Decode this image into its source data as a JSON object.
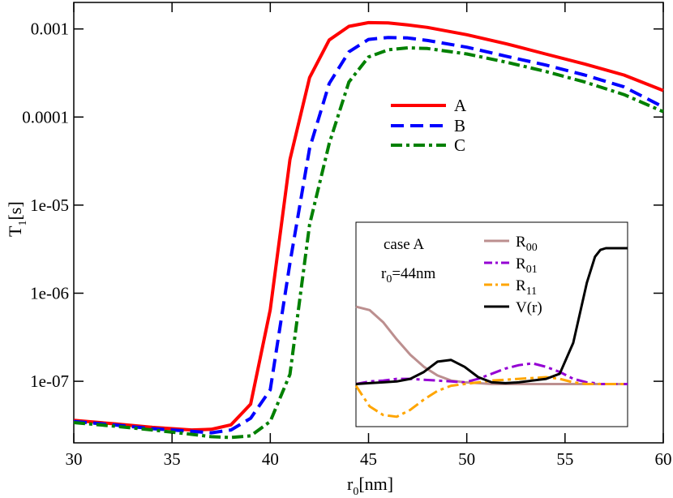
{
  "chart_data": [
    {
      "type": "line",
      "xlabel": {
        "main": "r",
        "sub": "0",
        "rest": "[nm]"
      },
      "ylabel": {
        "main": "T",
        "sub": "1",
        "rest": "[s]"
      },
      "xlim": [
        30,
        60
      ],
      "ylim": [
        2e-08,
        0.002
      ],
      "yscale": "log",
      "xticks": [
        30,
        35,
        40,
        45,
        50,
        55,
        60
      ],
      "xtick_labels": [
        "30",
        "35",
        "40",
        "45",
        "50",
        "55",
        "60"
      ],
      "yticks": [
        1e-07,
        1e-06,
        1e-05,
        0.0001,
        0.001
      ],
      "ytick_labels": [
        "1e-07",
        "1e-06",
        "1e-05",
        "0.0001",
        "0.001"
      ],
      "grid": false,
      "legend_position": "upper-center",
      "series": [
        {
          "name": "A",
          "color": "#ff0000",
          "style": "solid",
          "x": [
            30,
            32,
            34,
            36,
            37,
            38,
            39,
            40,
            41,
            42,
            43,
            44,
            45,
            46,
            47,
            48,
            50,
            52,
            54,
            56,
            58,
            60
          ],
          "y": [
            3.6e-08,
            3.3e-08,
            3e-08,
            2.8e-08,
            2.85e-08,
            3.2e-08,
            5.5e-08,
            6.5e-07,
            3.3e-05,
            0.00028,
            0.00075,
            0.00107,
            0.00118,
            0.00117,
            0.00111,
            0.00104,
            0.00086,
            0.00068,
            0.00052,
            0.0004,
            0.0003,
            0.0002
          ]
        },
        {
          "name": "B",
          "color": "#0000ff",
          "style": "dashed",
          "x": [
            30,
            32,
            34,
            36,
            37,
            38,
            39,
            40,
            41,
            42,
            43,
            44,
            45,
            46,
            47,
            48,
            50,
            52,
            54,
            56,
            58,
            60
          ],
          "y": [
            3.5e-08,
            3.2e-08,
            2.9e-08,
            2.7e-08,
            2.6e-08,
            2.8e-08,
            3.8e-08,
            8e-08,
            2.2e-06,
            4.4e-05,
            0.00024,
            0.00055,
            0.00076,
            0.0008,
            0.00079,
            0.00074,
            0.00062,
            0.00049,
            0.00039,
            0.0003,
            0.00022,
            0.00013
          ]
        },
        {
          "name": "C",
          "color": "#008000",
          "style": "dashdot",
          "x": [
            30,
            32,
            34,
            36,
            37,
            38,
            39,
            40,
            41,
            42,
            43,
            44,
            45,
            46,
            47,
            48,
            50,
            52,
            54,
            56,
            58,
            60
          ],
          "y": [
            3.4e-08,
            3.1e-08,
            2.8e-08,
            2.5e-08,
            2.35e-08,
            2.3e-08,
            2.4e-08,
            3.5e-08,
            1.2e-07,
            6e-06,
            5e-05,
            0.00025,
            0.00048,
            0.00058,
            0.00061,
            0.0006,
            0.00052,
            0.00042,
            0.00033,
            0.00025,
            0.00018,
            0.000115
          ]
        }
      ]
    },
    {
      "type": "line",
      "annotations": {
        "case": "case A",
        "r0_main": "r",
        "r0_sub": "0",
        "r0_rest": "=44nm"
      },
      "x": [
        0,
        0.05,
        0.1,
        0.15,
        0.2,
        0.25,
        0.3,
        0.35,
        0.4,
        0.45,
        0.5,
        0.55,
        0.6,
        0.65,
        0.7,
        0.75,
        0.8,
        0.85,
        0.88,
        0.9,
        0.92,
        0.95,
        1.0
      ],
      "ylim": [
        0,
        1
      ],
      "grid": false,
      "legend_position": "top-right",
      "series": [
        {
          "name": {
            "main": "R",
            "sub": "00"
          },
          "color": "#bc8f8f",
          "style": "solid",
          "y": [
            0.66,
            0.64,
            0.57,
            0.47,
            0.38,
            0.31,
            0.26,
            0.23,
            0.22,
            0.215,
            0.21,
            0.21,
            0.21,
            0.21,
            0.21,
            0.21,
            0.21,
            0.21,
            0.21,
            0.21,
            0.21,
            0.21,
            0.21
          ]
        },
        {
          "name": {
            "main": "R",
            "sub": "01"
          },
          "color": "#9400d3",
          "style": "dashdot",
          "y": [
            0.21,
            0.225,
            0.23,
            0.24,
            0.24,
            0.235,
            0.23,
            0.225,
            0.22,
            0.24,
            0.27,
            0.3,
            0.32,
            0.33,
            0.31,
            0.28,
            0.24,
            0.22,
            0.215,
            0.21,
            0.21,
            0.21,
            0.21
          ]
        },
        {
          "name": {
            "main": "R",
            "sub": "11"
          },
          "color": "#ffa500",
          "style": "dashdot",
          "y": [
            0.2,
            0.08,
            0.03,
            0.02,
            0.06,
            0.12,
            0.17,
            0.2,
            0.21,
            0.22,
            0.23,
            0.235,
            0.24,
            0.245,
            0.25,
            0.24,
            0.22,
            0.21,
            0.21,
            0.21,
            0.21,
            0.21,
            0.21
          ]
        },
        {
          "name": {
            "main": "V(r)",
            "sub": ""
          },
          "color": "#000000",
          "style": "solid",
          "y": [
            0.21,
            0.215,
            0.22,
            0.225,
            0.24,
            0.28,
            0.34,
            0.35,
            0.31,
            0.25,
            0.22,
            0.215,
            0.22,
            0.23,
            0.24,
            0.27,
            0.45,
            0.8,
            0.95,
            0.99,
            1.0,
            1.0,
            1.0
          ]
        }
      ]
    }
  ]
}
